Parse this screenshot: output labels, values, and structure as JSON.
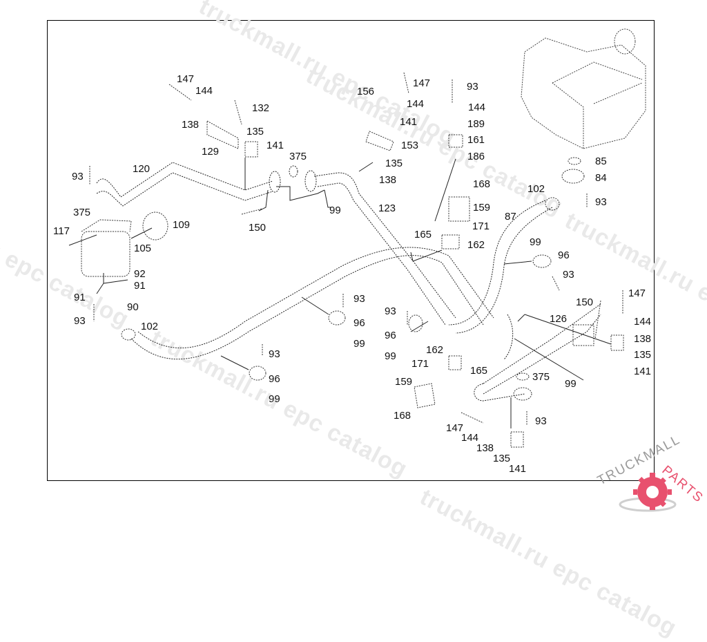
{
  "diagram": {
    "title": "Oil cooler and lines – exploded parts view",
    "watermarks": [
      "truckmall.ru epc catalog",
      "truckmall.ru epc catalog",
      "truckmall.ru epc catalog",
      "truckmall.ru epc catalog",
      "u epc catalog"
    ],
    "logo": {
      "text_main": "TRUCKMALL",
      "text_accent": "PARTS",
      "accent_color": "#e8516e",
      "text_color": "#9a9a9a"
    },
    "callouts": [
      {
        "id": "147-a",
        "text": "147"
      },
      {
        "id": "144-a",
        "text": "144"
      },
      {
        "id": "132",
        "text": "132"
      },
      {
        "id": "138-a",
        "text": "138"
      },
      {
        "id": "135-a",
        "text": "135"
      },
      {
        "id": "141-a",
        "text": "141"
      },
      {
        "id": "129",
        "text": "129"
      },
      {
        "id": "375-a",
        "text": "375"
      },
      {
        "id": "120",
        "text": "120"
      },
      {
        "id": "93-a",
        "text": "93"
      },
      {
        "id": "99-a",
        "text": "99"
      },
      {
        "id": "150-a",
        "text": "150"
      },
      {
        "id": "375-b",
        "text": "375"
      },
      {
        "id": "117",
        "text": "117"
      },
      {
        "id": "109",
        "text": "109"
      },
      {
        "id": "105",
        "text": "105"
      },
      {
        "id": "92",
        "text": "92"
      },
      {
        "id": "91-a",
        "text": "91"
      },
      {
        "id": "91-b",
        "text": "91"
      },
      {
        "id": "90",
        "text": "90"
      },
      {
        "id": "93-b",
        "text": "93"
      },
      {
        "id": "102-a",
        "text": "102"
      },
      {
        "id": "156",
        "text": "156"
      },
      {
        "id": "147-b",
        "text": "147"
      },
      {
        "id": "144-b",
        "text": "144"
      },
      {
        "id": "141-b",
        "text": "141"
      },
      {
        "id": "153",
        "text": "153"
      },
      {
        "id": "135-b",
        "text": "135"
      },
      {
        "id": "138-b",
        "text": "138"
      },
      {
        "id": "123",
        "text": "123"
      },
      {
        "id": "93-c",
        "text": "93"
      },
      {
        "id": "144-c",
        "text": "144"
      },
      {
        "id": "189",
        "text": "189"
      },
      {
        "id": "161",
        "text": "161"
      },
      {
        "id": "186",
        "text": "186"
      },
      {
        "id": "168-a",
        "text": "168"
      },
      {
        "id": "159-a",
        "text": "159"
      },
      {
        "id": "171-a",
        "text": "171"
      },
      {
        "id": "165-a",
        "text": "165"
      },
      {
        "id": "162-a",
        "text": "162"
      },
      {
        "id": "87",
        "text": "87"
      },
      {
        "id": "85",
        "text": "85"
      },
      {
        "id": "84",
        "text": "84"
      },
      {
        "id": "102-b",
        "text": "102"
      },
      {
        "id": "93-d",
        "text": "93"
      },
      {
        "id": "99-b",
        "text": "99"
      },
      {
        "id": "96-a",
        "text": "96"
      },
      {
        "id": "93-e",
        "text": "93"
      },
      {
        "id": "93-f",
        "text": "93"
      },
      {
        "id": "96-b",
        "text": "96"
      },
      {
        "id": "99-c",
        "text": "99"
      },
      {
        "id": "93-g",
        "text": "93"
      },
      {
        "id": "96-c",
        "text": "96"
      },
      {
        "id": "99-d",
        "text": "99"
      },
      {
        "id": "93-h",
        "text": "93"
      },
      {
        "id": "96-d",
        "text": "96"
      },
      {
        "id": "99-e",
        "text": "99"
      },
      {
        "id": "162-b",
        "text": "162"
      },
      {
        "id": "171-b",
        "text": "171"
      },
      {
        "id": "165-b",
        "text": "165"
      },
      {
        "id": "159-b",
        "text": "159"
      },
      {
        "id": "168-b",
        "text": "168"
      },
      {
        "id": "150-b",
        "text": "150"
      },
      {
        "id": "126",
        "text": "126"
      },
      {
        "id": "147-c",
        "text": "147"
      },
      {
        "id": "144-d",
        "text": "144"
      },
      {
        "id": "138-c",
        "text": "138"
      },
      {
        "id": "135-c",
        "text": "135"
      },
      {
        "id": "141-c",
        "text": "141"
      },
      {
        "id": "375-c",
        "text": "375"
      },
      {
        "id": "99-f",
        "text": "99"
      },
      {
        "id": "93-i",
        "text": "93"
      },
      {
        "id": "147-d",
        "text": "147"
      },
      {
        "id": "144-e",
        "text": "144"
      },
      {
        "id": "138-d",
        "text": "138"
      },
      {
        "id": "135-d",
        "text": "135"
      },
      {
        "id": "141-d",
        "text": "141"
      }
    ]
  }
}
